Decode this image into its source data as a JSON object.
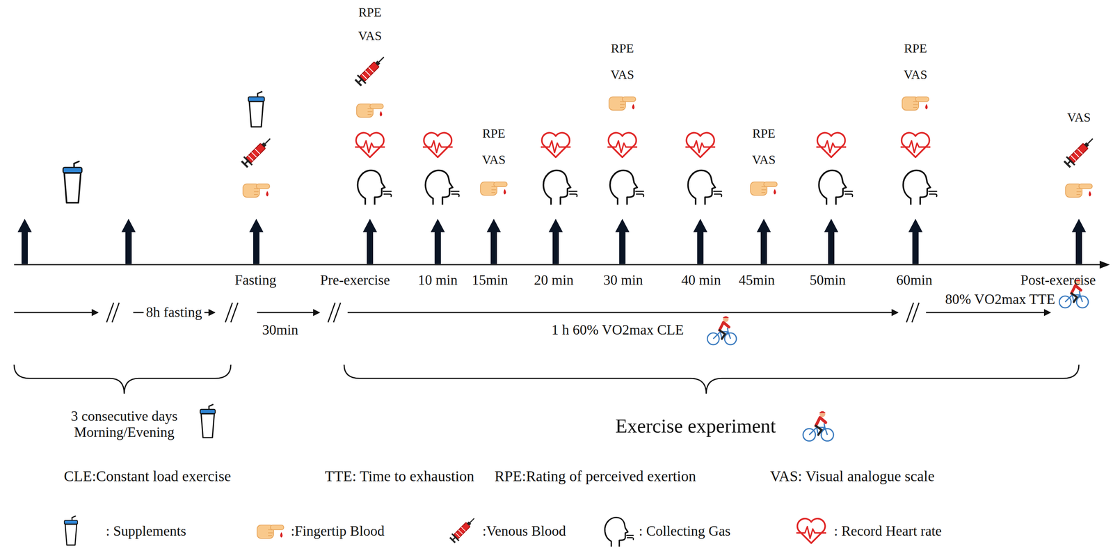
{
  "diagram": {
    "labels": [
      "RPE",
      "VAS",
      "RPE",
      "VAS",
      "RPE",
      "VAS",
      "VAS",
      "RPE",
      "VAS",
      "RPE",
      "VAS",
      "Fasting",
      "Pre-exercise",
      "10 min",
      "15min",
      "20 min",
      "30 min",
      "40 min",
      "45min",
      "50min",
      "60min",
      "Post-exercise",
      "8h fasting",
      "30min",
      "1 h 60% VO2max CLE",
      "80% VO2max TTE",
      "3 consecutive days Morning/Evening",
      "Exercise experiment",
      "CLE:Constant load exercise",
      "TTE: Time to exhaustion",
      "RPE:Rating of perceived exertion",
      "VAS: Visual analogue scale"
    ],
    "legend": [
      {
        "text": ": Supplements"
      },
      {
        "text": ":Fingertip Blood"
      },
      {
        "text": ":Venous Blood"
      },
      {
        "text": ": Collecting Gas"
      },
      {
        "text": ": Record Heart rate"
      }
    ]
  }
}
